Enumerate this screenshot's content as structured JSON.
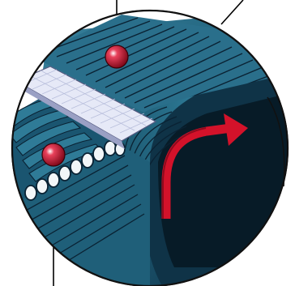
{
  "illustration": {
    "kind": "cutaway-cross-section",
    "visible_text": [],
    "callouts": [
      {
        "id": "upper",
        "marker": "red-dot-marker"
      },
      {
        "id": "lower",
        "marker": "red-dot-marker"
      }
    ],
    "arrow": "curved-red-arrow",
    "colors": {
      "shell_dark": "#0e2f44",
      "shell_mid": "#1f5f79",
      "shell_light": "#3b86a1",
      "groove_line": "#0a2233",
      "tube_face": "#f2f6f8",
      "cap_panel": "#e6e9f7",
      "cap_grid": "#b9bfdc",
      "marker_red": "#b3102c",
      "arrow_red": "#d3122a",
      "outline": "#111111"
    }
  }
}
